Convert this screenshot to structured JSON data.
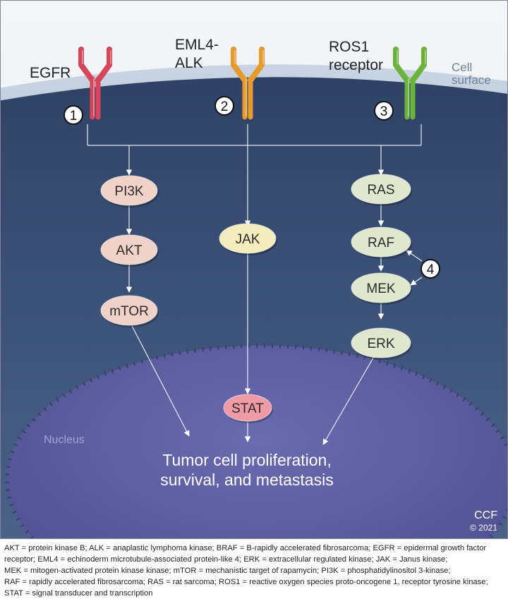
{
  "receptors": [
    {
      "name_lines": [
        "EGFR"
      ],
      "number": "1",
      "color": "#d6455a"
    },
    {
      "name_lines": [
        "EML4-",
        "ALK"
      ],
      "number": "2",
      "color": "#e79a2d"
    },
    {
      "name_lines": [
        "ROS1",
        "receptor"
      ],
      "number": "3",
      "color": "#6bb33c"
    }
  ],
  "labels": {
    "cell_surface_lines": [
      "Cell",
      "surface"
    ],
    "nucleus": "Nucleus",
    "outcome_lines": [
      "Tumor cell proliferation,",
      "survival, and metastasis"
    ],
    "mek_raf_marker": "4",
    "credit_lines": [
      "CCF",
      "© 2021"
    ]
  },
  "pathways": {
    "left": [
      "PI3K",
      "AKT",
      "mTOR"
    ],
    "center": [
      "JAK",
      "STAT"
    ],
    "right": [
      "RAS",
      "RAF",
      "MEK",
      "ERK"
    ]
  },
  "colors": {
    "cytoplasm": "#3b4f74",
    "membrane": "#9fb2c9",
    "nucleus": "#5d5ea0",
    "left_node": "#f0d2c8",
    "center_node": "#f4ecbc",
    "right_node": "#dfe8cf",
    "stat_node": "#ef9aa4"
  },
  "caption_lines": [
    "AKT = protein kinase B; ALK = anaplastic lymphoma kinase; BRAF = B-rapidly accelerated fibrosarcoma; EGFR = epidermal growth factor",
    "receptor; EML4 = echinoderm microtubule-associated protein-like 4; ERK = extracellular regulated kinase; JAK = Janus kinase;",
    "MEK = mitogen-activated protein kinase kinase; mTOR = mechanistic target of rapamycin;  PI3K = phosphatidylinositol 3-kinase;",
    "RAF = rapidly accelerated fibrosarcoma; RAS = rat sarcoma; ROS1 = reactive oxygen species proto-oncogene 1, receptor tyrosine kinase;",
    "STAT = signal transducer and transcription"
  ]
}
